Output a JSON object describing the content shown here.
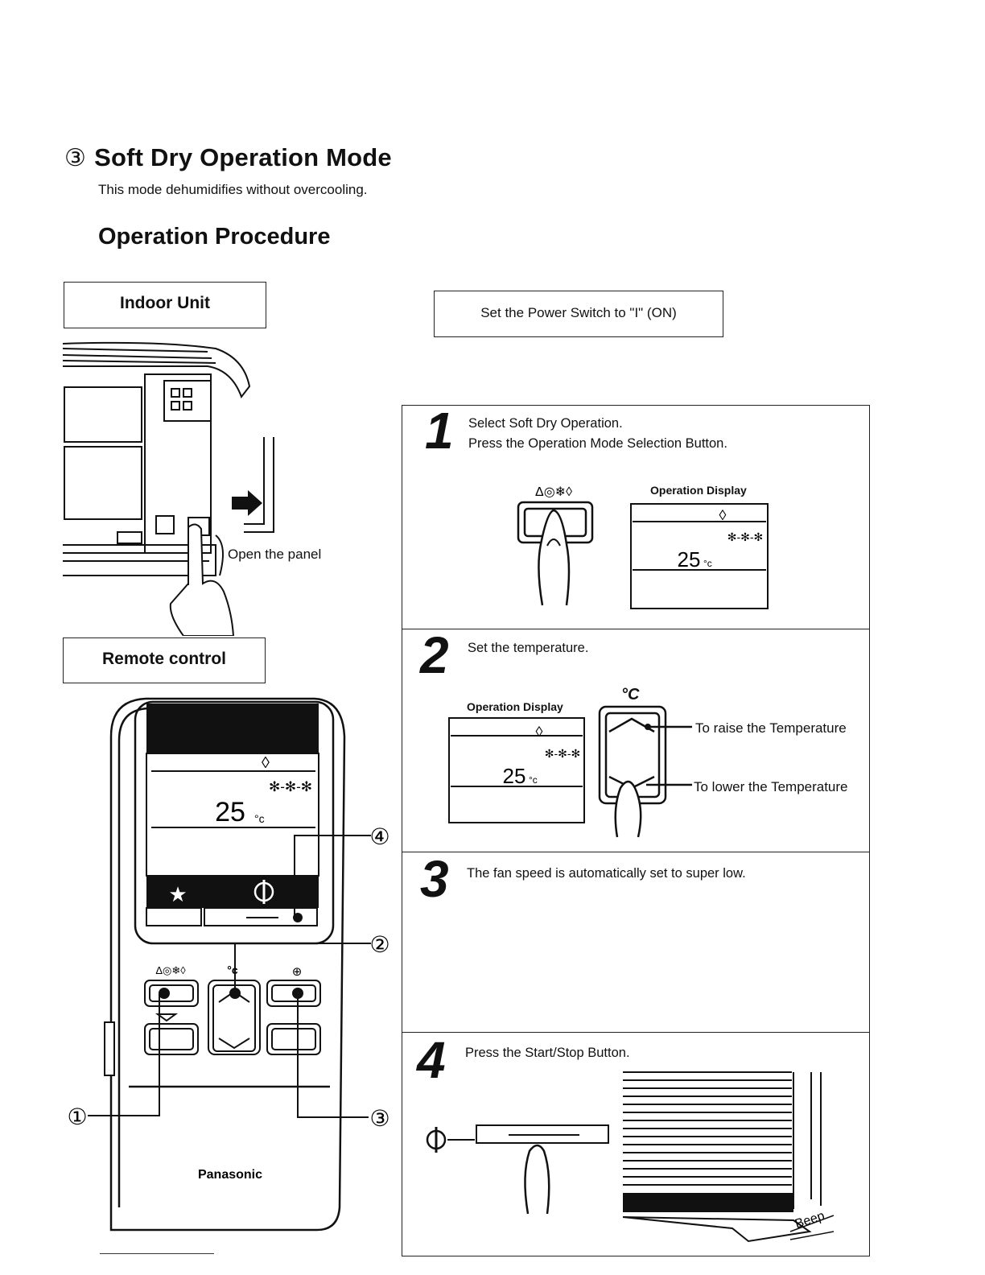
{
  "section": {
    "marker": "③",
    "title": "Soft Dry Operation Mode",
    "description": "This mode dehumidifies without overcooling."
  },
  "procedure_title": "Operation Procedure",
  "indoor_unit": {
    "label": "Indoor Unit",
    "callout": "Open the panel"
  },
  "remote_control": {
    "label": "Remote control",
    "brand": "Panasonic",
    "temperature_display": "25",
    "unit_suffix": "°c",
    "mode_icons": "Δ◎❄◊",
    "callouts": [
      "①",
      "②",
      "③",
      "④"
    ]
  },
  "power_note": "Set the Power Switch to \"I\" (ON)",
  "steps": [
    {
      "number": "1",
      "lines": [
        "Select Soft Dry Operation.",
        "Press the Operation Mode Selection Button."
      ],
      "display_label": "Operation Display",
      "display_temp": "25",
      "display_unit": "°c"
    },
    {
      "number": "2",
      "lines": [
        "Set the temperature."
      ],
      "display_label": "Operation Display",
      "display_temp": "25",
      "display_unit": "°c",
      "unit_symbol": "°C",
      "raise_label": "To raise the Temperature",
      "lower_label": "To lower the Temperature"
    },
    {
      "number": "3",
      "lines": [
        "The fan speed is automatically set to super low."
      ]
    },
    {
      "number": "4",
      "lines": [
        "Press the Start/Stop Button."
      ],
      "beep": "Beep"
    }
  ]
}
